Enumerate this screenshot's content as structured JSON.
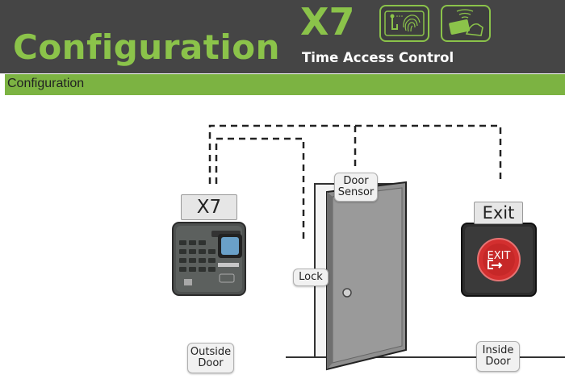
{
  "header": {
    "title": "Configuration",
    "product_name": "X7",
    "product_subtitle": "Time Access Control",
    "icons": [
      "fingerprint-touch-icon",
      "card-swipe-icon"
    ],
    "accent_color": "#8bc34a",
    "background_color": "#454545"
  },
  "section": {
    "label": "Configuration",
    "bar_color": "#7cb342"
  },
  "diagram": {
    "reader_label": "X7",
    "door_sensor_label": [
      "Door",
      "Sensor"
    ],
    "lock_label": "Lock",
    "exit_label": "Exit",
    "exit_button_text": "EXIT",
    "outside_label": [
      "Outside",
      "Door"
    ],
    "inside_label": [
      "Inside",
      "Door"
    ]
  }
}
